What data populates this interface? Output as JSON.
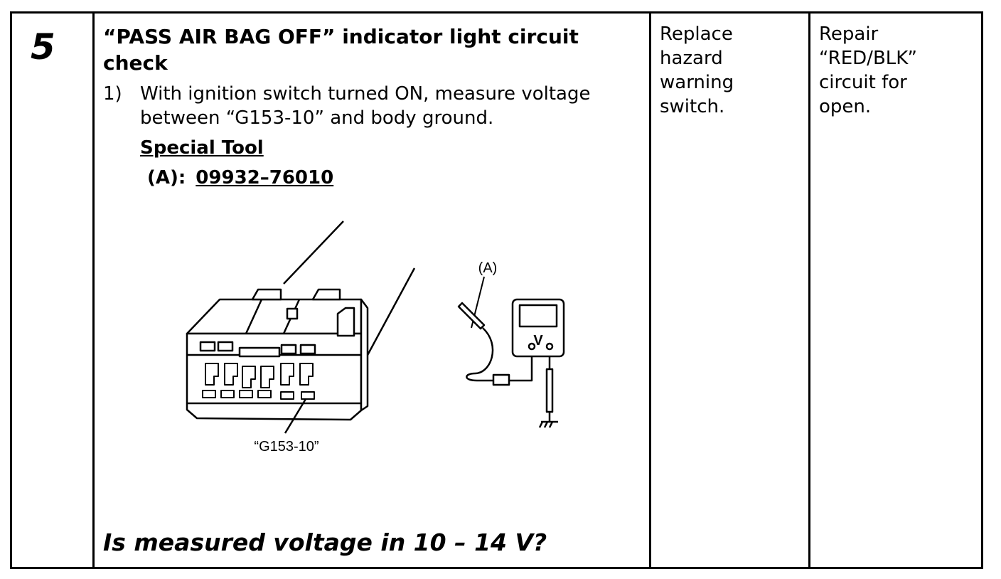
{
  "step": {
    "number": "5",
    "title": "“PASS AIR BAG OFF” indicator light circuit check",
    "instruction": {
      "index": "1)",
      "text": "With ignition switch turned ON, measure voltage between “G153-10” and body ground."
    },
    "special_tool": {
      "label": "Special Tool",
      "ref": "(A):",
      "part_number": "09932–76010"
    },
    "diagram": {
      "probe_label": "(A)",
      "meter_label": "V",
      "terminal_label": "“G153-10”"
    },
    "question": "Is measured voltage in 10 – 14 V?"
  },
  "results": {
    "yes": [
      "Replace",
      "hazard",
      "warning",
      "switch."
    ],
    "no": [
      "Repair",
      "“RED/BLK”",
      "circuit for",
      "open."
    ]
  }
}
